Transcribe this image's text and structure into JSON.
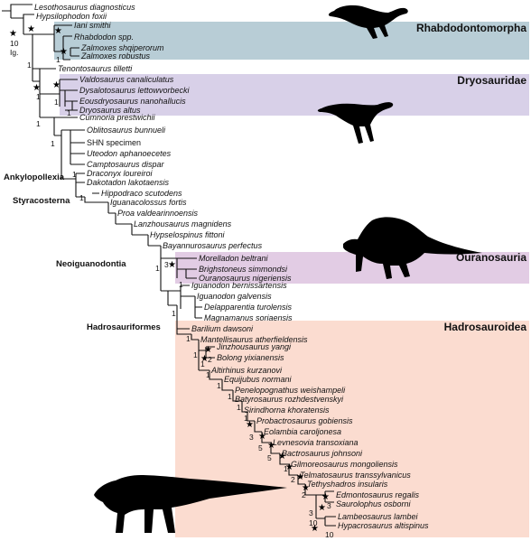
{
  "groups": [
    {
      "key": "rhabdodontomorpha",
      "label": "Rhabdodontomorpha",
      "color": "#b8cdd6"
    },
    {
      "key": "dryosauridae",
      "label": "Dryosauridae",
      "color": "#d8d0e8"
    },
    {
      "key": "ouranosauria",
      "label": "Ouranosauria",
      "color": "#e2cce4"
    },
    {
      "key": "hadrosauroidea",
      "label": "Hadrosauroidea",
      "color": "#fbdcd0"
    }
  ],
  "taxa": [
    "Lesothosaurus diagnosticus",
    "Hypsilophodon foxii",
    "Iani smithi",
    "Rhabdodon spp.",
    "Zalmoxes shqiperorum",
    "Zalmoxes robustus",
    "Tenontosaurus tilletti",
    "Valdosaurus canaliculatus",
    "Dysalotosaurus lettowvorbecki",
    "Eousdryosaurus nanohallucis",
    "Dryosaurus altus",
    "Cumnoria prestwichii",
    "Oblitosaurus bunnueli",
    "SHN specimen",
    "Uteodon aphanoecetes",
    "Camptosaurus dispar",
    "Draconyx loureiroi",
    "Dakotadon lakotaensis",
    "Hippodraco scutodens",
    "Iguanacolossus fortis",
    "Proa valdearinnoensis",
    "Lanzhousaurus magnidens",
    "Hypselospinus fittoni",
    "Bayannurosaurus perfectus",
    "Morelladon beltrani",
    "Brighstoneus simmondsi",
    "Ouranosaurus nigeriensis",
    "Iguanodon bernissartensis",
    "Iguanodon galvensis",
    "Delapparentia turolensis",
    "Magnamanus soriaensis",
    "Barilium dawsoni",
    "Mantellisaurus atherfieldensis",
    "Jinzhousaurus yangi",
    "Bolong yixianensis",
    "Altirhinus kurzanovi",
    "Equijubus normani",
    "Penelopognathus weishampeli",
    "Batyrosaurus rozhdestvenskyi",
    "Sirindhorna khoratensis",
    "Probactrosaurus gobiensis",
    "Eolambia caroljonesa",
    "Levnesovia transoxiana",
    "Bactrosaurus johnsoni",
    "Gilmoreosaurus mongoliensis",
    "Telmatosaurus transsylvanicus",
    "Tethyshadros insularis",
    "Edmontosaurus regalis",
    "Saurolophus osborni",
    "Lambeosaurus lambei",
    "Hypacrosaurus altispinus"
  ],
  "clade_labels": [
    {
      "key": "ankylopollexia",
      "label": "Ankylopollexia"
    },
    {
      "key": "styracosterna",
      "label": "Styracosterna"
    },
    {
      "key": "neoiguanodontia",
      "label": "Neoiguanodontia"
    },
    {
      "key": "hadrosauriformes",
      "label": "Hadrosauriformes"
    }
  ],
  "support_values": [
    {
      "key": "root-10",
      "text": "10"
    },
    {
      "key": "root-ig",
      "text": "Ig."
    },
    {
      "key": "n-rhab-1",
      "text": "1"
    },
    {
      "key": "n-ten-1",
      "text": "1"
    },
    {
      "key": "n-dryo-1",
      "text": "1"
    },
    {
      "key": "n-dryo-2",
      "text": "1"
    },
    {
      "key": "n-dryo-3",
      "text": "1"
    },
    {
      "key": "n-ank-1",
      "text": "1"
    },
    {
      "key": "n-ank-2",
      "text": "1"
    },
    {
      "key": "n-sty-1",
      "text": "1"
    },
    {
      "key": "n-sty-2",
      "text": "1"
    },
    {
      "key": "n-our-3",
      "text": "3"
    },
    {
      "key": "n-our-1",
      "text": "1"
    },
    {
      "key": "n-neo-1",
      "text": "1"
    },
    {
      "key": "n-neo-2",
      "text": "1"
    },
    {
      "key": "n-had-1",
      "text": "1"
    },
    {
      "key": "n-jin-2",
      "text": "2"
    },
    {
      "key": "n-had-2",
      "text": "1"
    },
    {
      "key": "n-had-3",
      "text": "1"
    },
    {
      "key": "n-had-4",
      "text": "1"
    },
    {
      "key": "n-had-5",
      "text": "1"
    },
    {
      "key": "n-had-6",
      "text": "1"
    },
    {
      "key": "n-had-7",
      "text": "1"
    },
    {
      "key": "n-had-8",
      "text": "3"
    },
    {
      "key": "n-had-9",
      "text": "1"
    },
    {
      "key": "n-had-10",
      "text": "5"
    },
    {
      "key": "n-had-11",
      "text": "5"
    },
    {
      "key": "n-had-12",
      "text": "1"
    },
    {
      "key": "n-had-13",
      "text": "2"
    },
    {
      "key": "n-had-14",
      "text": "2"
    },
    {
      "key": "n-had-15",
      "text": "3"
    },
    {
      "key": "n-had-16",
      "text": "3"
    },
    {
      "key": "n-had-17",
      "text": "10"
    },
    {
      "key": "n-had-18",
      "text": "10"
    }
  ],
  "silhouettes": [
    {
      "key": "rhabdodontid",
      "icon": "ornithopod-silhouette-small"
    },
    {
      "key": "dryosaurid",
      "icon": "ornithopod-silhouette-bipedal"
    },
    {
      "key": "ouranosaurus",
      "icon": "sail-backed-iguanodontian-silhouette"
    },
    {
      "key": "hadrosaur",
      "icon": "hadrosaur-silhouette-quadrupedal"
    }
  ]
}
